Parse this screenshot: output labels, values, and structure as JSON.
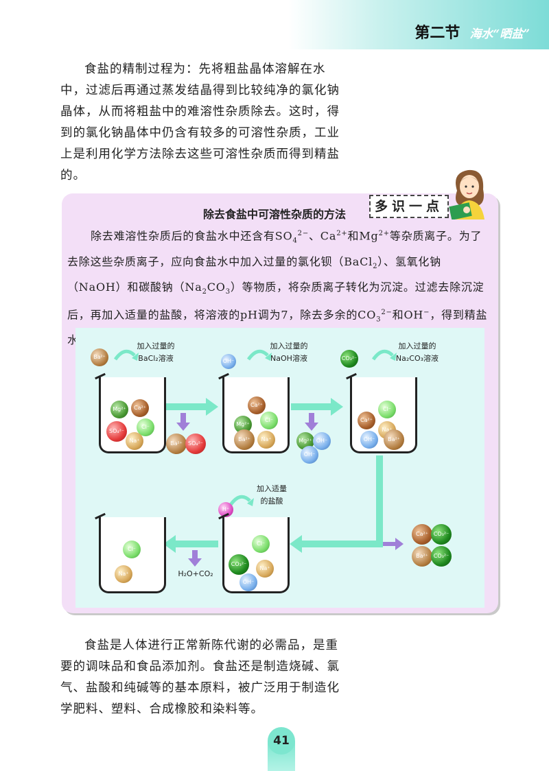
{
  "header": {
    "section": "第二节",
    "topic": "海水“晒盐”"
  },
  "intro_paragraph": "食盐的精制过程为：先将粗盐晶体溶解在水中，过滤后再通过蒸发结晶得到比较纯净的氯化钠晶体，从而将粗盐中的难溶性杂质除去。这时，得到的氯化钠晶体中仍含有较多的可溶性杂质，工业上是利用化学方法除去这些可溶性杂质而得到精盐的。",
  "knowledge_box": {
    "tag": "多识一点",
    "title": "除去食盐中可溶性杂质的方法",
    "text_parts": {
      "t1": "除去难溶性杂质后的食盐水中还含有SO",
      "t2": "4",
      "t3": "2−",
      "t4": "、Ca",
      "t5": "2+",
      "t6": "和Mg",
      "t7": "2+",
      "t8": "等杂质离子。为了去除这些杂质离子，应向食盐水中加入过量的氯化钡（BaCl",
      "t9": "2",
      "t10": "）、氢氧化钠（NaOH）和碳酸钠（Na",
      "t11": "2",
      "t12": "CO",
      "t13": "3",
      "t14": "）等物质，将杂质离子转化为沉淀。过滤去除沉淀后，再加入适量的盐酸，将溶液的pH调为7，除去多余的CO",
      "t15": "3",
      "t16": "2−",
      "t17": "和OH",
      "t18": "−",
      "t19": "，得到精盐水，最后经蒸发结晶即得精盐。"
    }
  },
  "diagram": {
    "step1_label_a": "加入过量的",
    "step1_label_b": "BaCl₂溶液",
    "step2_label_a": "加入过量的",
    "step2_label_b": "NaOH溶液",
    "step3_label_a": "加入过量的",
    "step3_label_b": "Na₂CO₃溶液",
    "step4_label_a": "加入适量",
    "step4_label_b": "的盐酸",
    "products_label": "H₂O+CO₂",
    "ions": {
      "ba": "Ba²⁺",
      "so4": "SO₄²⁻",
      "mg": "Mg²⁺",
      "ca": "Ca²⁺",
      "cl": "Cl⁻",
      "na": "Na⁺",
      "oh": "OH⁻",
      "co3": "CO₃²⁻",
      "h": "H⁺"
    }
  },
  "closing_paragraph": "食盐是人体进行正常新陈代谢的必需品，是重要的调味品和食品添加剂。食盐还是制造烧碱、氯气、盐酸和纯碱等的基本原料，被广泛用于制造化学肥料、塑料、合成橡胶和染料等。",
  "page_number": "41",
  "colors": {
    "header_band": "#7ddcd7",
    "box_bg": "#f3dff7",
    "diagram_bg": "#dff8f6",
    "arrow": "#7be8c8",
    "down_arrow": "#a07fd8"
  }
}
